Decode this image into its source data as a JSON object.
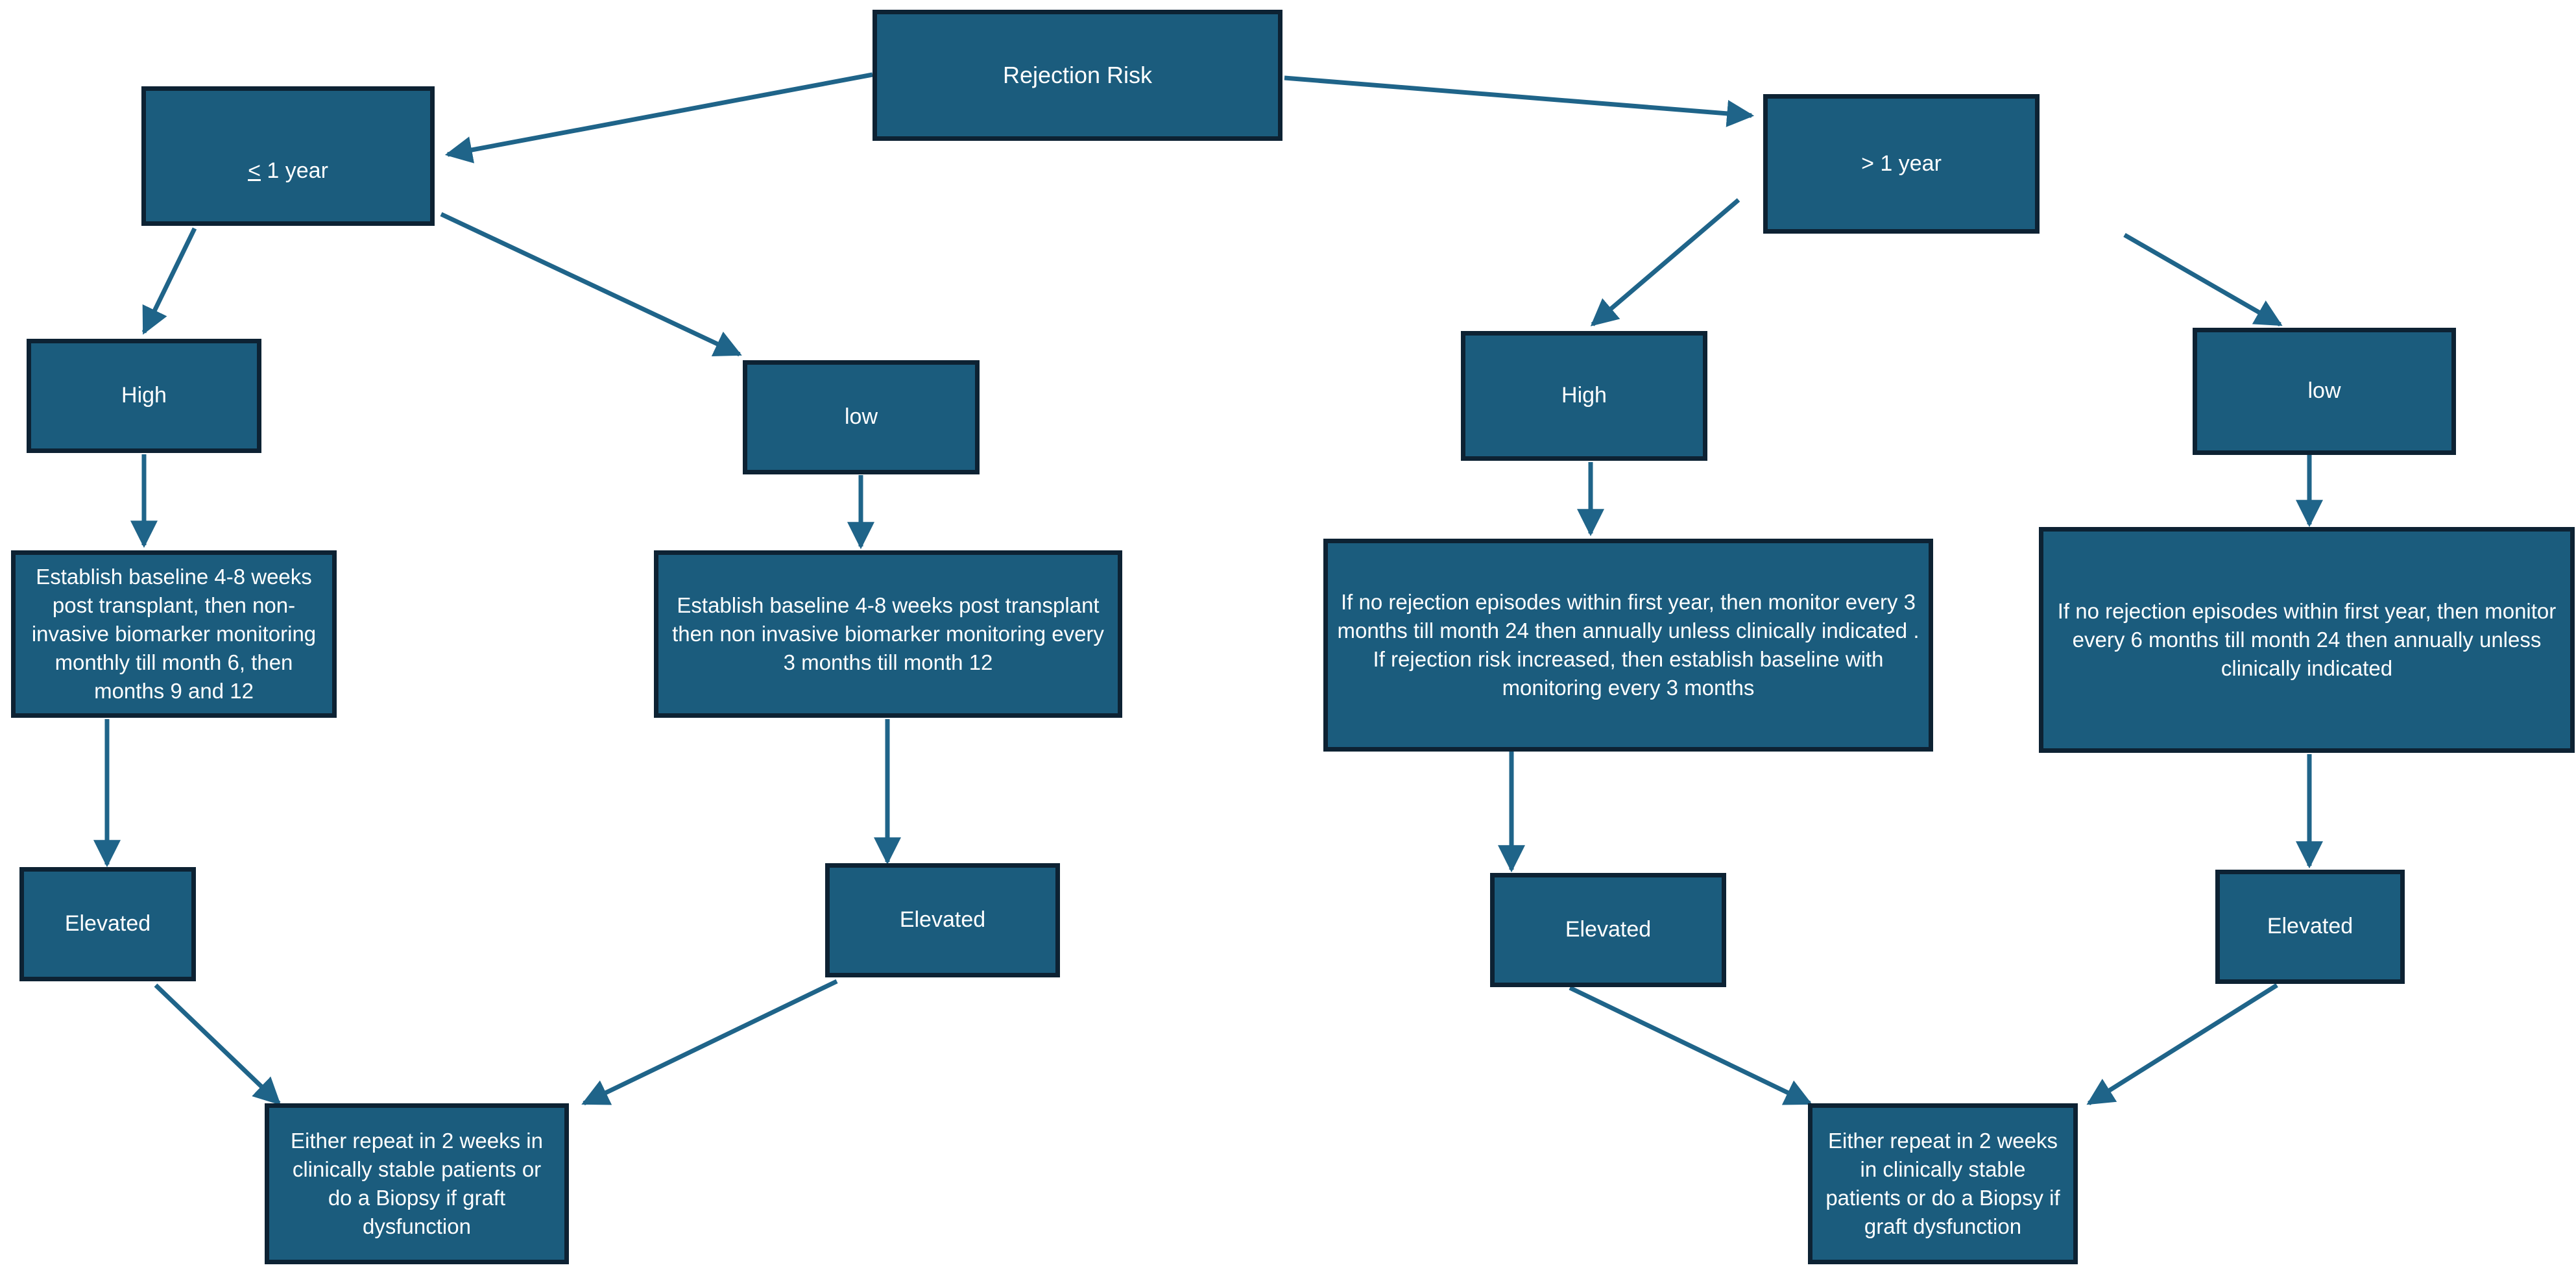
{
  "diagram": {
    "title": "Rejection Risk biomarker monitoring algorithm",
    "colors": {
      "node_fill": "#1b5c7d",
      "node_border": "#0d2233",
      "edge": "#1f6489",
      "text": "#ffffff",
      "background": "#ffffff"
    },
    "nodes": {
      "root": {
        "label": "Rejection Risk"
      },
      "le_one_year": {
        "label_prefix": "≤",
        "label": "≤ 1 year",
        "label_rest": " 1 year"
      },
      "gt_one_year": {
        "label": "> 1 year"
      },
      "left_high": {
        "label": "High"
      },
      "left_low": {
        "label": "low"
      },
      "right_high": {
        "label": "High"
      },
      "right_low": {
        "label": "low"
      },
      "left_high_plan": {
        "label": "Establish baseline 4-8 weeks post transplant, then non- invasive biomarker monitoring  monthly till month 6, then months 9 and 12"
      },
      "left_low_plan": {
        "label": "Establish baseline 4-8 weeks post transplant then non invasive biomarker monitoring  every 3 months till month 12"
      },
      "right_high_plan": {
        "label": "If no rejection episodes within first year, then monitor  every 3 months till month 24 then annually unless clinically indicated .\nIf rejection risk increased, then establish baseline with monitoring every 3 months"
      },
      "right_low_plan": {
        "label": "If no rejection episodes within first year, then monitor every 6  months till month 24  then annually unless clinically indicated"
      },
      "elevated_1": {
        "label": "Elevated"
      },
      "elevated_2": {
        "label": "Elevated"
      },
      "elevated_3": {
        "label": "Elevated"
      },
      "elevated_4": {
        "label": "Elevated"
      },
      "action_left": {
        "label": "Either repeat in 2 weeks in clinically stable patients or do a  Biopsy if graft dysfunction"
      },
      "action_right": {
        "label": "Either repeat in 2 weeks in clinically stable patients or do a  Biopsy if graft dysfunction"
      }
    },
    "edges": [
      {
        "from": "root",
        "to": "le_one_year"
      },
      {
        "from": "root",
        "to": "gt_one_year"
      },
      {
        "from": "le_one_year",
        "to": "left_high"
      },
      {
        "from": "le_one_year",
        "to": "left_low"
      },
      {
        "from": "gt_one_year",
        "to": "right_high"
      },
      {
        "from": "gt_one_year",
        "to": "right_low"
      },
      {
        "from": "left_high",
        "to": "left_high_plan"
      },
      {
        "from": "left_low",
        "to": "left_low_plan"
      },
      {
        "from": "right_high",
        "to": "right_high_plan"
      },
      {
        "from": "right_low",
        "to": "right_low_plan"
      },
      {
        "from": "left_high_plan",
        "to": "elevated_1"
      },
      {
        "from": "left_low_plan",
        "to": "elevated_2"
      },
      {
        "from": "right_high_plan",
        "to": "elevated_3"
      },
      {
        "from": "right_low_plan",
        "to": "elevated_4"
      },
      {
        "from": "elevated_1",
        "to": "action_left"
      },
      {
        "from": "elevated_2",
        "to": "action_left"
      },
      {
        "from": "elevated_3",
        "to": "action_right"
      },
      {
        "from": "elevated_4",
        "to": "action_right"
      }
    ]
  }
}
